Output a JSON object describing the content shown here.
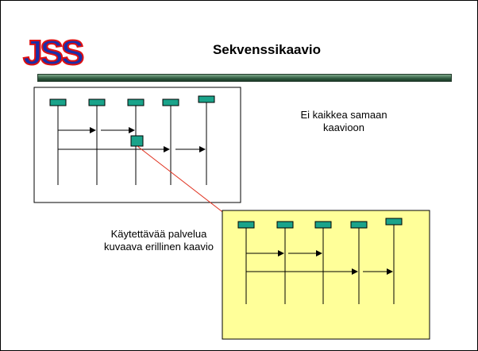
{
  "slide": {
    "title": "Sekvenssikaavio",
    "logo_text": "JSS",
    "note_top": "Ei kaikkea samaan kaavioon",
    "note_bottom": "Käytettävää palvelua kuvaava erillinen kaavio"
  },
  "colors": {
    "object_box": "#1aa38a",
    "callout_bg": "#ffff99",
    "connector": "#e0301e",
    "logo_red": "#e01010",
    "logo_blue": "#1a2ea8"
  }
}
